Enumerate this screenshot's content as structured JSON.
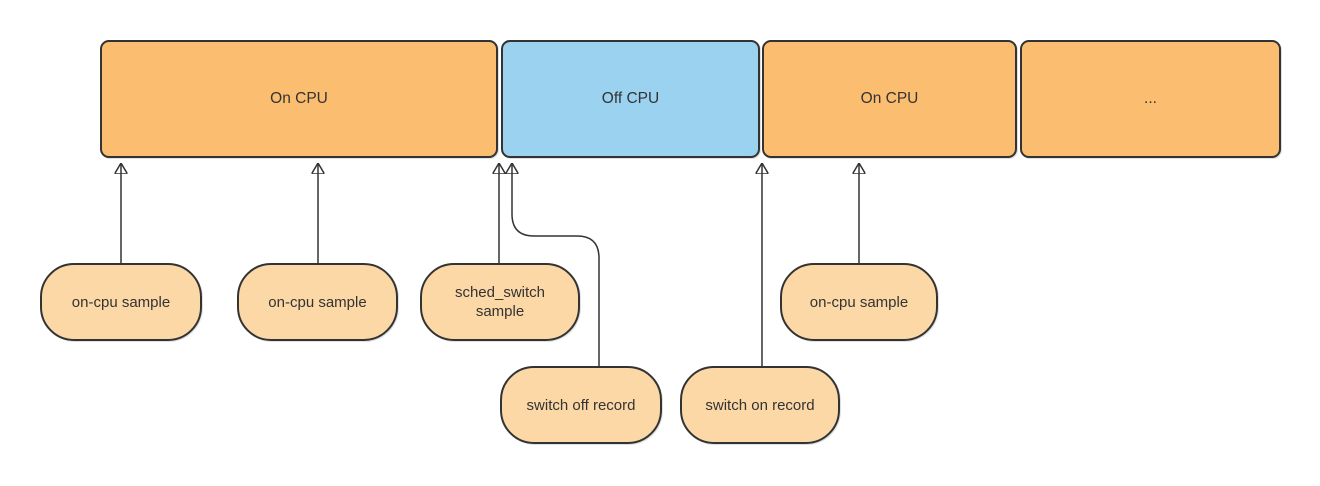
{
  "diagram": {
    "description": "CPU scheduling timeline with profiling sample annotations",
    "colors": {
      "on_cpu_fill": "#FBBE70",
      "off_cpu_fill": "#9AD2F0",
      "annotation_fill": "#FCD8A6",
      "stroke": "#333333",
      "background": "#FFFFFF"
    },
    "timeline": {
      "segments": [
        {
          "label": "On CPU",
          "state": "on-cpu"
        },
        {
          "label": "Off CPU",
          "state": "off-cpu"
        },
        {
          "label": "On CPU",
          "state": "on-cpu"
        },
        {
          "label": "...",
          "state": "on-cpu"
        }
      ]
    },
    "annotations": [
      {
        "label": "on-cpu sample",
        "points_to": "first On CPU segment"
      },
      {
        "label": "on-cpu sample",
        "points_to": "first On CPU segment"
      },
      {
        "label": "sched_switch sample",
        "points_to": "end of first On CPU segment"
      },
      {
        "label": "switch off record",
        "points_to": "start of Off CPU segment"
      },
      {
        "label": "switch on record",
        "points_to": "start of second On CPU segment"
      },
      {
        "label": "on-cpu sample",
        "points_to": "second On CPU segment"
      }
    ]
  }
}
